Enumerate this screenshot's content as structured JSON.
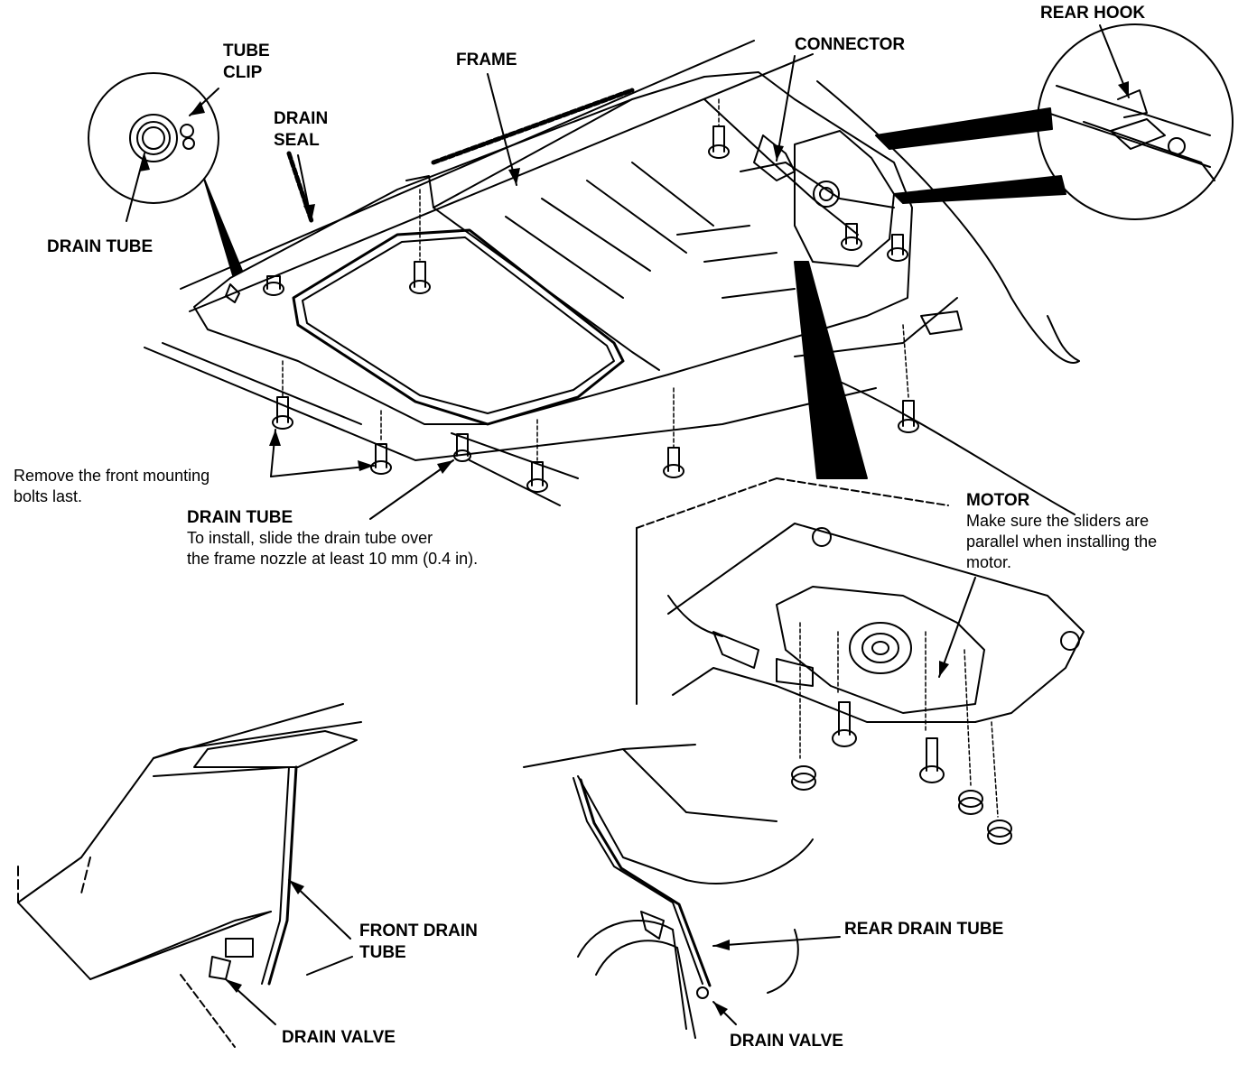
{
  "labels": {
    "tube_clip_1": "TUBE",
    "tube_clip_2": "CLIP",
    "drain_seal_1": "DRAIN",
    "drain_seal_2": "SEAL",
    "drain_tube_top": "DRAIN TUBE",
    "frame": "FRAME",
    "connector": "CONNECTOR",
    "rear_hook": "REAR HOOK",
    "front_drain_tube_1": "FRONT DRAIN",
    "front_drain_tube_2": "TUBE",
    "drain_valve_front": "DRAIN VALVE",
    "rear_drain_tube": "REAR DRAIN TUBE",
    "drain_valve_rear": "DRAIN VALVE"
  },
  "notes": {
    "front_bolts_1": "Remove the front mounting",
    "front_bolts_2": "bolts last.",
    "drain_tube_title": "DRAIN TUBE",
    "drain_tube_line1": "To install, slide the drain tube over",
    "drain_tube_line2": "the frame nozzle at least 10 mm (0.4 in).",
    "motor_title": "MOTOR",
    "motor_line1": "Make sure the sliders are",
    "motor_line2": "parallel when installing the",
    "motor_line3": "motor."
  }
}
